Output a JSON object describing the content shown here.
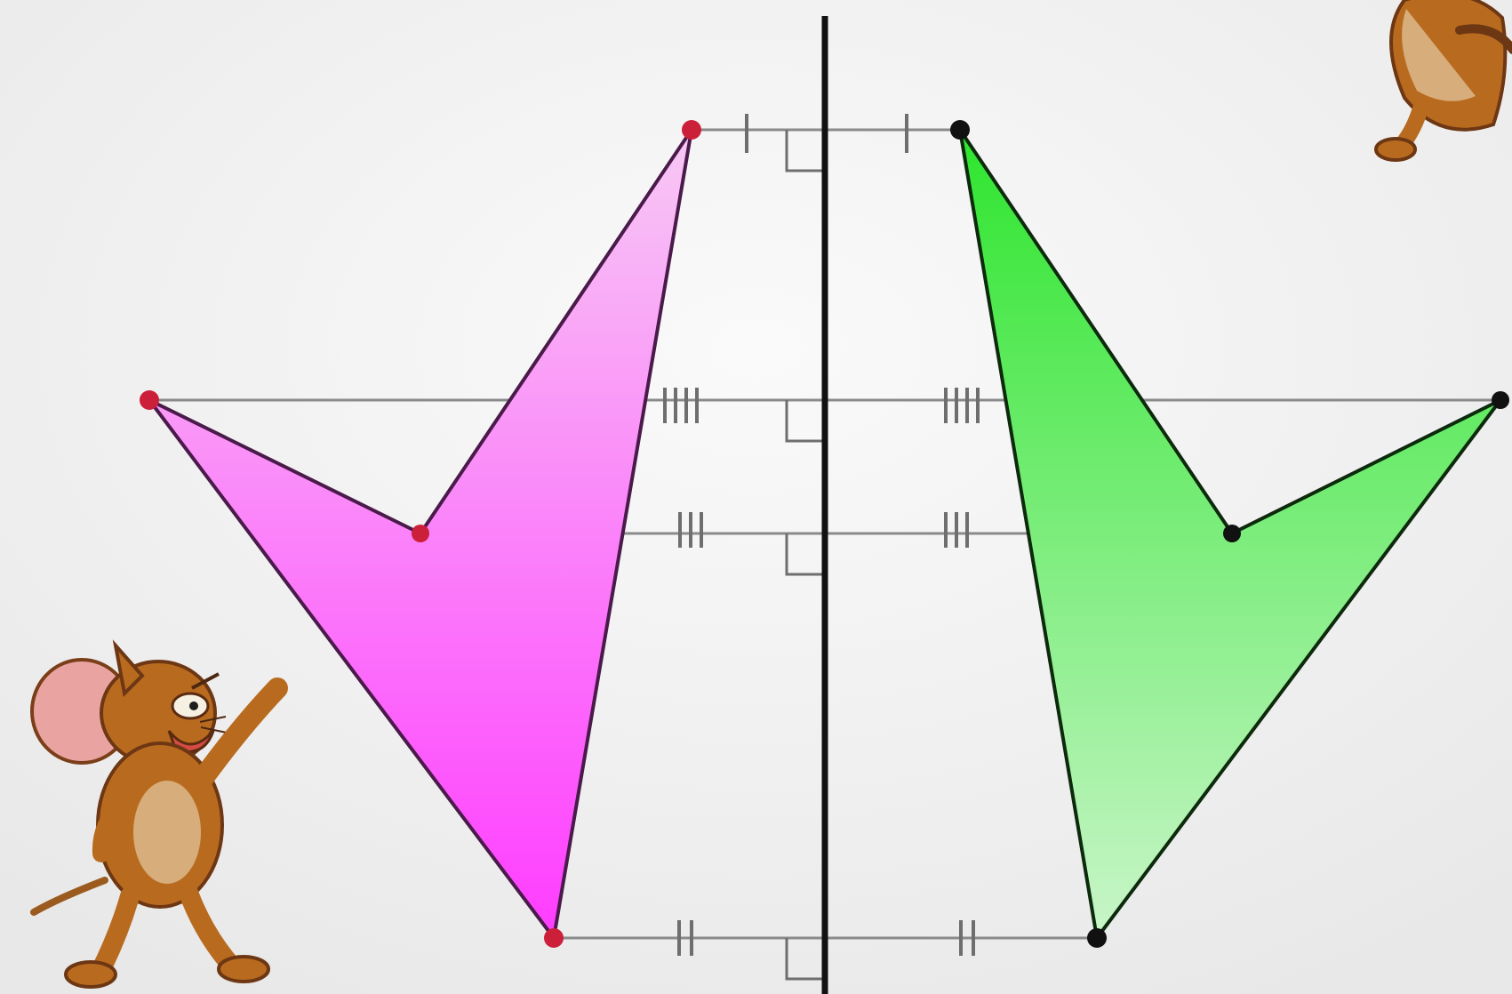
{
  "scene": {
    "description_visible_text": "",
    "left_figure": {
      "fill_top": "#f7c9f4",
      "fill_bottom": "#ff3cff",
      "stroke": "#4a1a4a",
      "vertex_color": "#cc1f3a",
      "vertices": [
        "top",
        "left-tip",
        "inner-notch",
        "bottom"
      ]
    },
    "right_figure": {
      "fill_top": "#2ee52e",
      "fill_bottom": "#c9f5c9",
      "stroke": "#0d2a0d",
      "vertex_color": "#111111",
      "vertices": [
        "top",
        "right-tip",
        "inner-notch",
        "bottom"
      ]
    },
    "mirror_line": {
      "color": "#111111",
      "label": ""
    },
    "correspondence_lines": [
      {
        "name": "top",
        "ticks": 1
      },
      {
        "name": "upper-middle",
        "ticks": 4
      },
      {
        "name": "lower-middle",
        "ticks": 3
      },
      {
        "name": "bottom",
        "ticks": 2
      }
    ],
    "characters": [
      {
        "name": "mouse-character-left",
        "style": "cartoon mouse waving"
      },
      {
        "name": "mouse-character-top-right",
        "style": "cartoon mouse partially cropped"
      }
    ],
    "colors": {
      "background": "#f3f3f3",
      "guide_line": "#8a8a8a",
      "tick": "#6e6e6e",
      "mouse_body": "#b86b1f",
      "mouse_belly": "#d7ad7b",
      "mouse_ear": "#e9a4a2"
    }
  }
}
